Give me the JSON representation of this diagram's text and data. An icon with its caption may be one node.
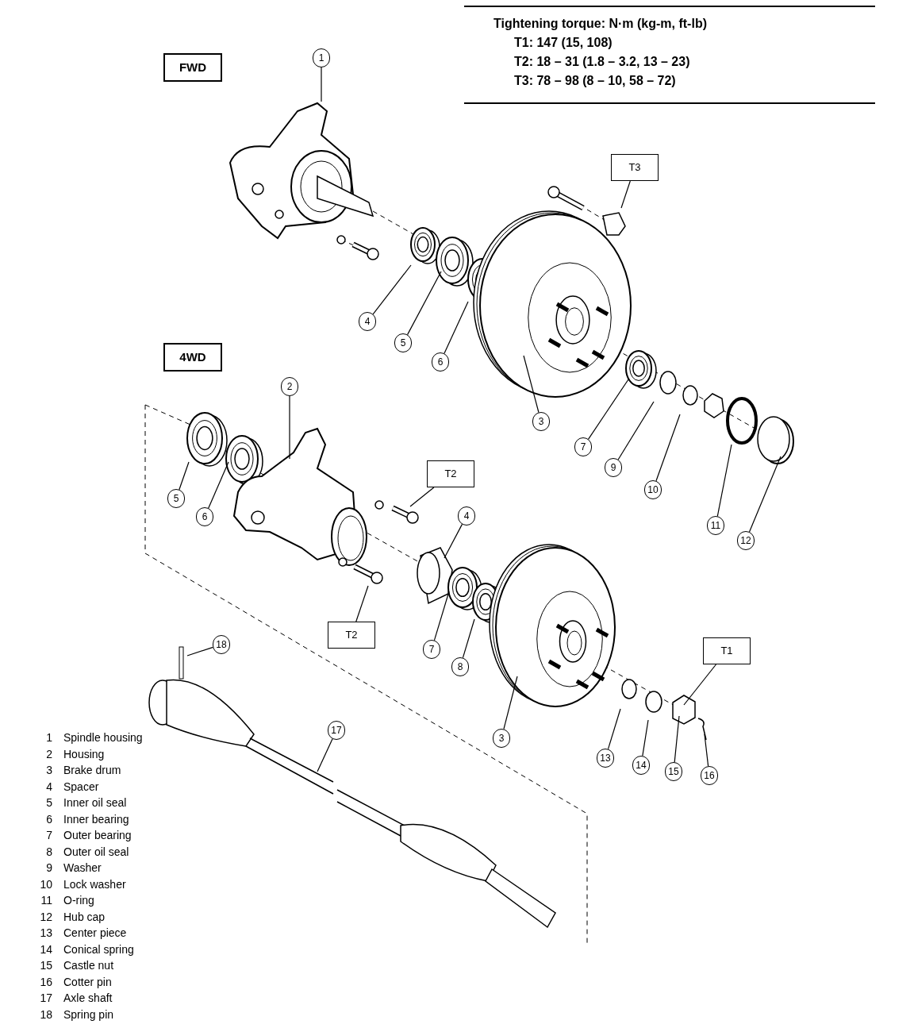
{
  "diagram": {
    "nodes": [
      {
        "text": [
          "FWD"
        ]
      },
      {
        "text": [
          "1"
        ]
      },
      {
        "text": [
          "T3"
        ]
      },
      {
        "text": [
          "4"
        ]
      },
      {
        "text": [
          "5"
        ]
      },
      {
        "text": [
          "4WD"
        ]
      },
      {
        "text": [
          "6"
        ]
      },
      {
        "text": [
          "2"
        ]
      },
      {
        "text": [
          "3"
        ]
      },
      {
        "text": [
          "7"
        ]
      },
      {
        "text": [
          "9"
        ]
      },
      {
        "text": [
          "T2"
        ]
      },
      {
        "text": [
          "10"
        ]
      },
      {
        "text": [
          "5"
        ]
      },
      {
        "text": [
          "4"
        ]
      },
      {
        "text": [
          "6"
        ]
      },
      {
        "text": [
          "11"
        ]
      },
      {
        "text": [
          "12"
        ]
      },
      {
        "text": [
          "T2"
        ]
      },
      {
        "text": [
          "18"
        ]
      },
      {
        "text": [
          "7"
        ]
      },
      {
        "text": [
          "T1"
        ]
      },
      {
        "text": [
          "8"
        ]
      },
      {
        "text": [
          "17"
        ]
      },
      {
        "text": [
          "3"
        ]
      },
      {
        "text": [
          "13"
        ]
      },
      {
        "text": [
          "14"
        ]
      },
      {
        "text": [
          "15"
        ]
      },
      {
        "text": [
          "16"
        ]
      }
    ],
    "edges": [
      {
        "from": 1,
        "to": null,
        "arrow": "none"
      },
      {
        "from": 2,
        "to": null,
        "arrow": "none"
      },
      {
        "from": 3,
        "to": null,
        "arrow": "none"
      },
      {
        "from": 4,
        "to": null,
        "arrow": "none"
      },
      {
        "from": 6,
        "to": null,
        "arrow": "none"
      },
      {
        "from": 7,
        "to": null,
        "arrow": "none"
      },
      {
        "from": 8,
        "to": null,
        "arrow": "none"
      },
      {
        "from": 9,
        "to": null,
        "arrow": "none"
      },
      {
        "from": 10,
        "to": null,
        "arrow": "none"
      },
      {
        "from": 11,
        "to": null,
        "arrow": "none"
      },
      {
        "from": 12,
        "to": null,
        "arrow": "none"
      },
      {
        "from": 13,
        "to": null,
        "arrow": "none"
      },
      {
        "from": 14,
        "to": null,
        "arrow": "none"
      },
      {
        "from": 15,
        "to": null,
        "arrow": "none"
      },
      {
        "from": 16,
        "to": null,
        "arrow": "none"
      },
      {
        "from": 17,
        "to": null,
        "arrow": "none"
      },
      {
        "from": 18,
        "to": null,
        "arrow": "none"
      },
      {
        "from": 19,
        "to": null,
        "arrow": "none"
      },
      {
        "from": 20,
        "to": null,
        "arrow": "none"
      },
      {
        "from": 21,
        "to": null,
        "arrow": "none"
      },
      {
        "from": 22,
        "to": null,
        "arrow": "none"
      },
      {
        "from": 23,
        "to": null,
        "arrow": "none"
      },
      {
        "from": 24,
        "to": null,
        "arrow": "none"
      },
      {
        "from": 25,
        "to": null,
        "arrow": "none"
      },
      {
        "from": 26,
        "to": null,
        "arrow": "none"
      },
      {
        "from": 27,
        "to": null,
        "arrow": "none"
      },
      {
        "from": 28,
        "to": null,
        "arrow": "none"
      }
    ],
    "labels": [
      "Tightening torque: N·m (kg-m, ft-lb)",
      "T1: 147 (15, 108)",
      "T2: 18 – 31 (1.8 – 3.2, 13 – 23)",
      "T3: 78 – 98 (8 – 10, 58 – 72)",
      "1",
      "Spindle housing",
      "2",
      "Housing",
      "3",
      "Brake drum",
      "4",
      "Spacer",
      "5",
      "Inner oil seal",
      "6",
      "Inner bearing",
      "7",
      "Outer bearing",
      "8",
      "Outer oil seal",
      "9",
      "Washer",
      "10",
      "Lock washer",
      "11",
      "O-ring",
      "12",
      "Hub cap",
      "13",
      "Center piece",
      "14",
      "Conical spring",
      "15",
      "Castle nut",
      "16",
      "Cotter pin",
      "17",
      "Axle shaft",
      "18",
      "Spring pin"
    ]
  }
}
